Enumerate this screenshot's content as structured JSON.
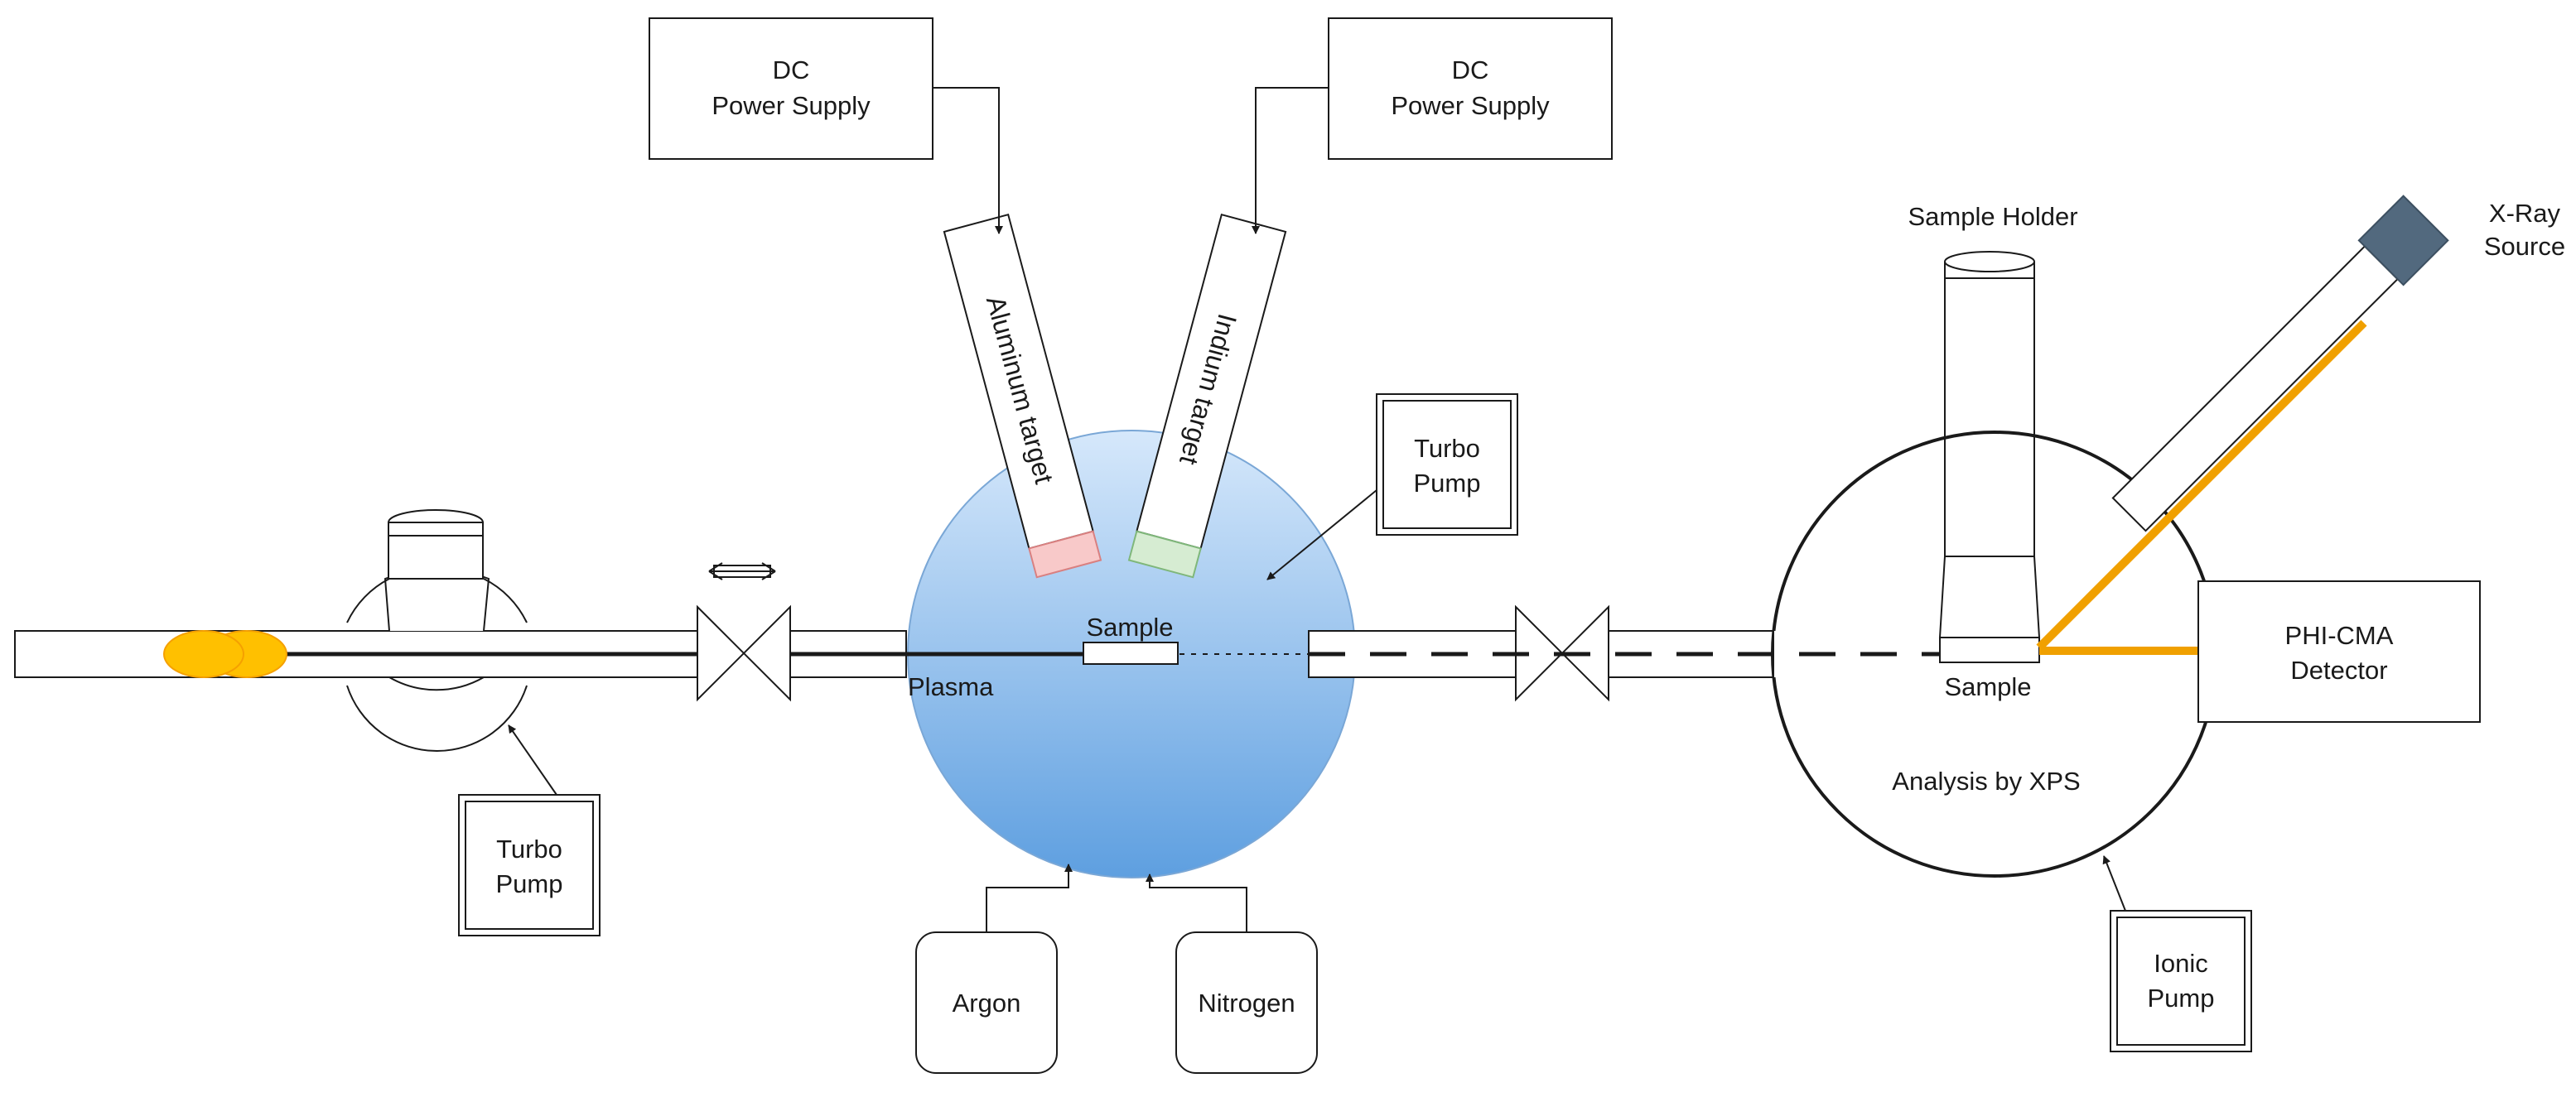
{
  "labels": {
    "dc_power_supply_left": [
      "DC",
      "Power Supply"
    ],
    "dc_power_supply_right": [
      "DC",
      "Power Supply"
    ],
    "aluminum_target": "Aluminum target",
    "indium_target": "Indium target",
    "turbo_pump_right_box": [
      "Turbo",
      "Pump"
    ],
    "turbo_pump_left_box": [
      "Turbo",
      "Pump"
    ],
    "sample_plasma_chamber": "Sample",
    "plasma": "Plasma",
    "argon": "Argon",
    "nitrogen": "Nitrogen",
    "sample_holder": "Sample Holder",
    "x_ray_source": [
      "X-Ray",
      "Source"
    ],
    "sample_xps": "Sample",
    "phi_cma_detector": [
      "PHI-CMA",
      "Detector"
    ],
    "analysis_by_xps": "Analysis by XPS",
    "ionic_pump": [
      "Ionic",
      "Pump"
    ]
  },
  "colors": {
    "plasma_top": "#d6e8fb",
    "plasma_bottom": "#5e9fe0",
    "plasma_stroke": "#7aa7d6",
    "aluminum_target_tip": "#f8c9c9",
    "aluminum_target_tip_stroke": "#d98080",
    "indium_target_tip": "#d6ecd2",
    "indium_target_tip_stroke": "#7fb77a",
    "xray_beam": "#f0a000",
    "xray_source_cap": "#52697e",
    "sample_puck": "#ffc000",
    "sample_puck_edge": "#f5a000",
    "line": "#1a1a1a"
  }
}
